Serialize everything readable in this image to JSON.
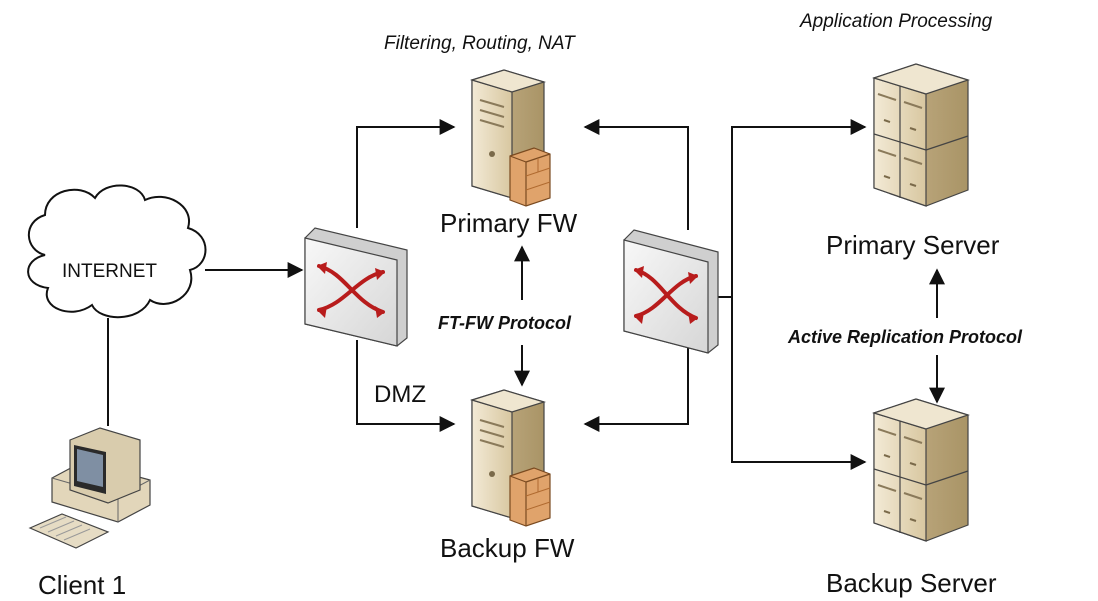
{
  "labels": {
    "cloud": "INTERNET",
    "client": "Client 1",
    "dmz": "DMZ",
    "primary_fw": "Primary FW",
    "backup_fw": "Backup FW",
    "fw_functions": "Filtering, Routing, NAT",
    "ftfw_protocol": "FT-FW Protocol",
    "primary_server": "Primary Server",
    "backup_server": "Backup Server",
    "app_processing": "Application Processing",
    "replication_protocol": "Active Replication Protocol"
  },
  "icons": [
    "cloud-icon",
    "desktop-computer-icon",
    "network-switch-icon",
    "firewall-server-icon",
    "server-rack-icon"
  ],
  "colors": {
    "line": "#111111",
    "device_body": "#e8dcc0",
    "device_shade": "#c9b58e",
    "firewall_brick": "#e0a36b",
    "switch_arrows": "#b81c1c",
    "switch_face": "#ececec"
  }
}
